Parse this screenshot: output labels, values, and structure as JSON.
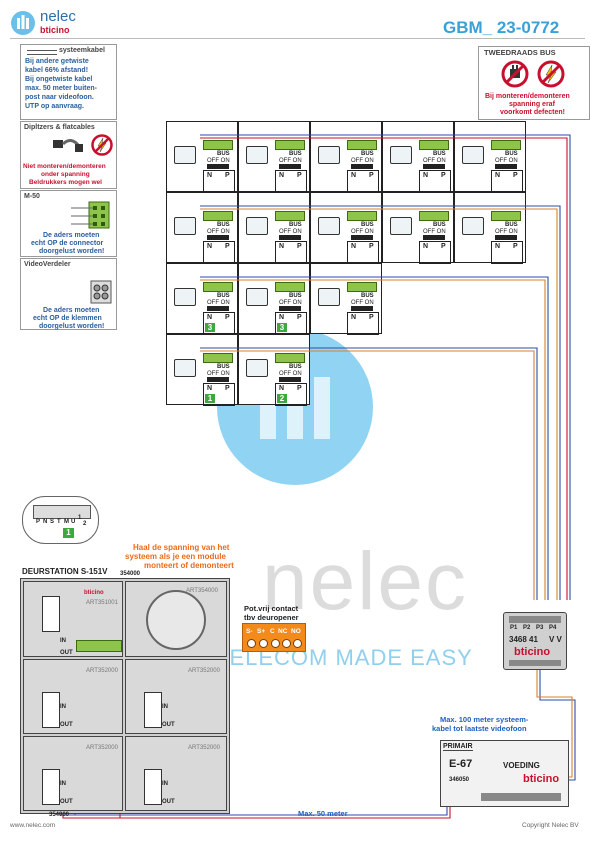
{
  "header": {
    "brand": "nelec",
    "brand_sub": "bticino",
    "code": "GBM_ 23-0772"
  },
  "notes": {
    "cable": {
      "title": "systeemkabel",
      "lines": [
        "Bij andere getwiste",
        "kabel 66% afstand!",
        "Bij ongetwiste kabel",
        "max. 50 meter buiten-",
        "post naar videofoon.",
        "UTP op aanvraag."
      ]
    },
    "dipswitch": {
      "title": "Dipltzers & flatcables",
      "lines": [
        "Niet monteren/demonteren",
        "onder spanning",
        "Beldrukkers mogen wel"
      ]
    },
    "m50": {
      "title": "M-50",
      "lines": [
        "De aders moeten",
        "echt OP de connector",
        "doorgelust worden!"
      ]
    },
    "videoverdeler": {
      "title": "VideoVerdeler",
      "lines": [
        "De aders moeten",
        "echt OP de klemmen",
        "doorgelust worden!"
      ]
    },
    "bus": {
      "title": "TWEEDRAADS BUS",
      "lines": [
        "Bij monteren/demonteren",
        "spanning eraf",
        "voorkomt defecten!"
      ]
    }
  },
  "unit_labels": {
    "bus": "BUS",
    "off_on": "OFF ON",
    "n": "N",
    "p": "P"
  },
  "unit_badges": {
    "row3_col1": "3",
    "row3_col2": "3",
    "row4_col1": "1",
    "row4_col2": "2"
  },
  "door_station": {
    "title": "DEURSTATION S-151V",
    "warning": [
      "Haal de spanning van het",
      "systeem als je een module",
      "monteert of demonteert"
    ],
    "code_top": "354000",
    "code_bottom": "354000",
    "module_codes": [
      "ART351001",
      "ART352000",
      "ART352000",
      "ART352000",
      "ART352000",
      "ART354000"
    ],
    "dip_labels": [
      "P",
      "N",
      "S",
      "T",
      "M",
      "U",
      "1",
      "2"
    ],
    "dip_value": "1",
    "in": "IN",
    "out": "OUT"
  },
  "contact": {
    "title": [
      "Pot.vrij contact",
      "tbv deuropener"
    ],
    "terminals": [
      "S-",
      "S+",
      "C",
      "NC",
      "NO"
    ]
  },
  "videodistributor": {
    "ports": [
      "P1",
      "P2",
      "P3",
      "P4"
    ],
    "nums": "3468 41",
    "vv": "V V",
    "brand": "bticino"
  },
  "power": {
    "primair": "PRIMAIR",
    "model": "E-67",
    "voeding": "VOEDING",
    "code": "346050",
    "brand": "bticino"
  },
  "labels": {
    "max100": [
      "Max. 100 meter systeem-",
      "kabel tot laatste videofoon"
    ],
    "max50": "Max. 50 meter",
    "watermark_name": "nelec",
    "watermark_slogan": "TELECOM MADE EASY",
    "website": "www.nelec.com",
    "copyright": "Copyright Nelec BV"
  },
  "colors": {
    "brand_blue": "#2a6fa8",
    "watermark_blue": "#6bc0ea",
    "wire_red": "#c8102e",
    "wire_blue": "#2d4ea8",
    "wire_orange": "#d9822b",
    "orange_box": "#f28a1c"
  }
}
